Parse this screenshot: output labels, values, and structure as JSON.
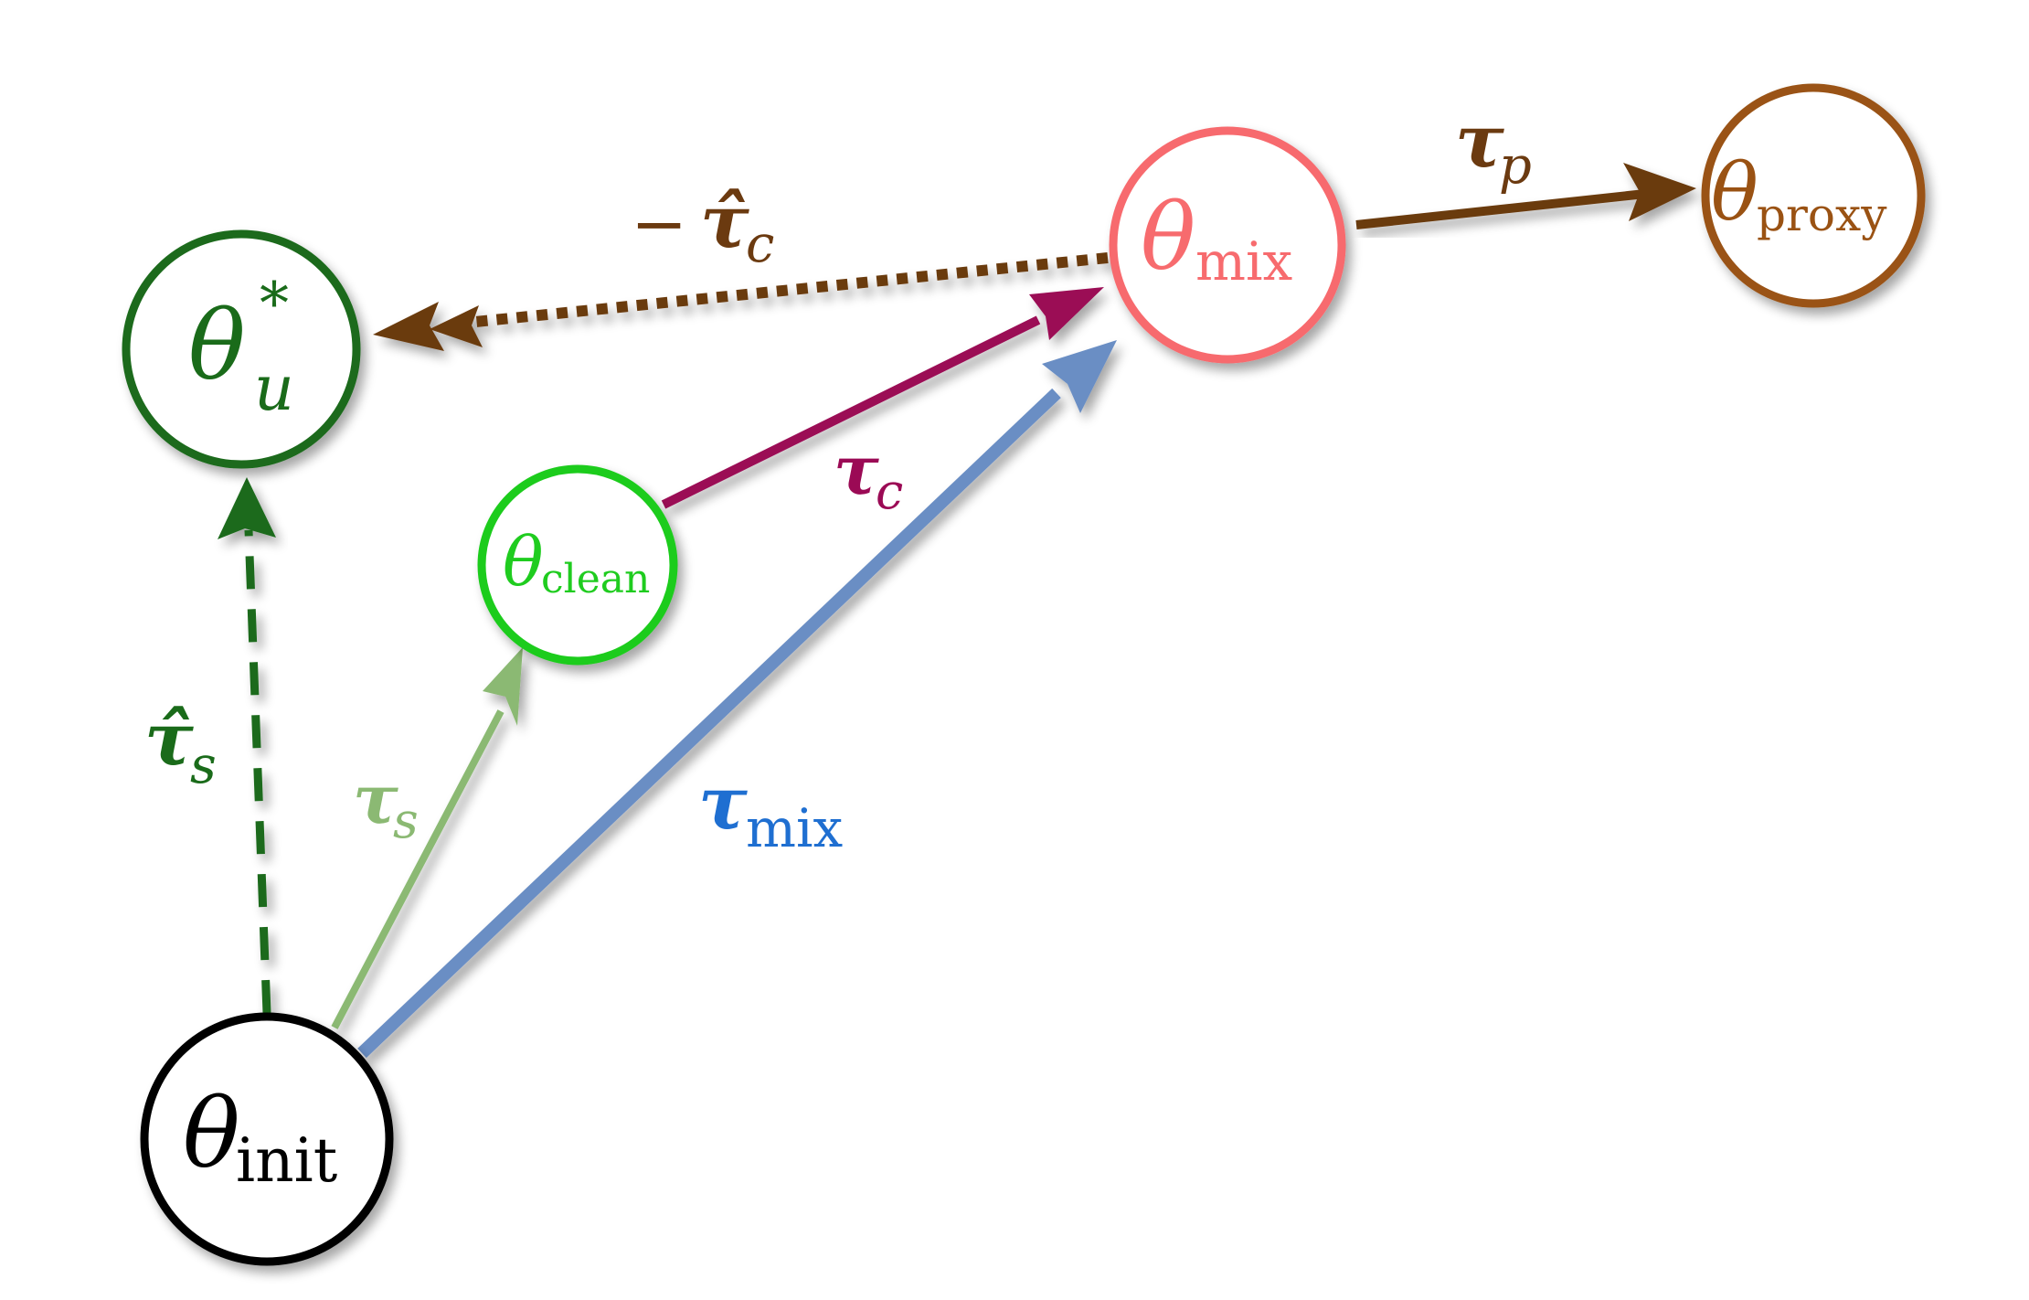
{
  "nodes": {
    "theta_u_star": {
      "symbol": "θ",
      "superscript": "*",
      "subscript": "u",
      "color": "#1a6b1a"
    },
    "theta_mix": {
      "symbol": "θ",
      "subscript": "mix",
      "color": "#f76b6e"
    },
    "theta_proxy": {
      "symbol": "θ",
      "subscript": "proxy",
      "color": "#9a5213"
    },
    "theta_clean": {
      "symbol": "θ",
      "subscript": "clean",
      "color": "#1fcc1f"
    },
    "theta_init": {
      "symbol": "θ",
      "subscript": "init",
      "color": "#000000"
    }
  },
  "edges": {
    "neg_tau_c_hat": {
      "prefix": "−",
      "symbol": "τ̂",
      "subscript": "c",
      "color": "#6b3a10",
      "style": "dotted"
    },
    "tau_p": {
      "symbol": "τ",
      "subscript": "p",
      "color": "#6b3a10",
      "style": "solid"
    },
    "tau_c": {
      "symbol": "τ",
      "subscript": "c",
      "color": "#9b0a55",
      "style": "solid"
    },
    "tau_mix": {
      "symbol": "τ",
      "subscript": "mix",
      "color": "#6b8ec4",
      "label_color": "#1f6fd1",
      "style": "solid"
    },
    "tau_s": {
      "symbol": "τ",
      "subscript": "s",
      "color": "#8bb973",
      "style": "solid"
    },
    "tau_s_hat": {
      "symbol": "τ̂",
      "subscript": "s",
      "color": "#1a6b1a",
      "style": "dashed"
    }
  }
}
